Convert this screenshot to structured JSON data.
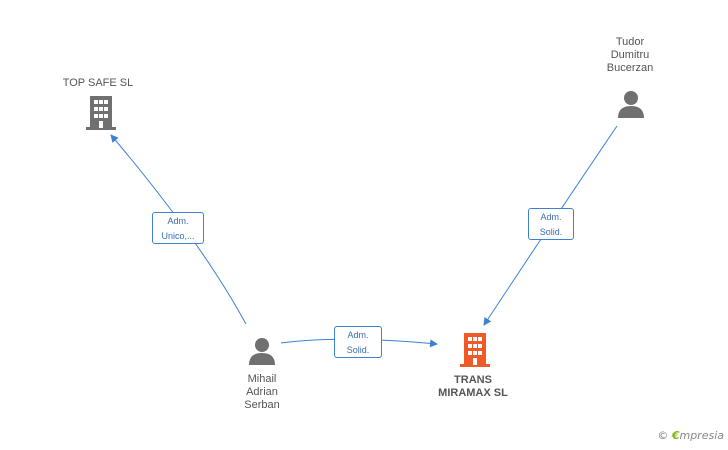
{
  "nodes": {
    "top_safe": {
      "label": "TOP SAFE  SL",
      "type": "company"
    },
    "tudor": {
      "label": "Tudor\nDumitru\nBucerzan",
      "type": "person"
    },
    "mihail": {
      "label": "Mihail\nAdrian\nSerban",
      "type": "person"
    },
    "trans": {
      "label": "TRANS\nMIRAMAX SL",
      "type": "company",
      "highlighted": true
    }
  },
  "edges": [
    {
      "from": "mihail",
      "to": "top_safe",
      "label_line1": "Adm.",
      "label_line2": "Unico,..."
    },
    {
      "from": "mihail",
      "to": "trans",
      "label_line1": "Adm.",
      "label_line2": "Solid."
    },
    {
      "from": "tudor",
      "to": "trans",
      "label_line1": "Adm.",
      "label_line2": "Solid."
    }
  ],
  "watermark": {
    "copyright": "©",
    "brand_initial": "€",
    "brand_rest": "mpresia"
  },
  "colors": {
    "edge": "#3c82d0",
    "company_icon": "#707070",
    "highlight_icon": "#f05a28",
    "person_icon": "#707070"
  }
}
